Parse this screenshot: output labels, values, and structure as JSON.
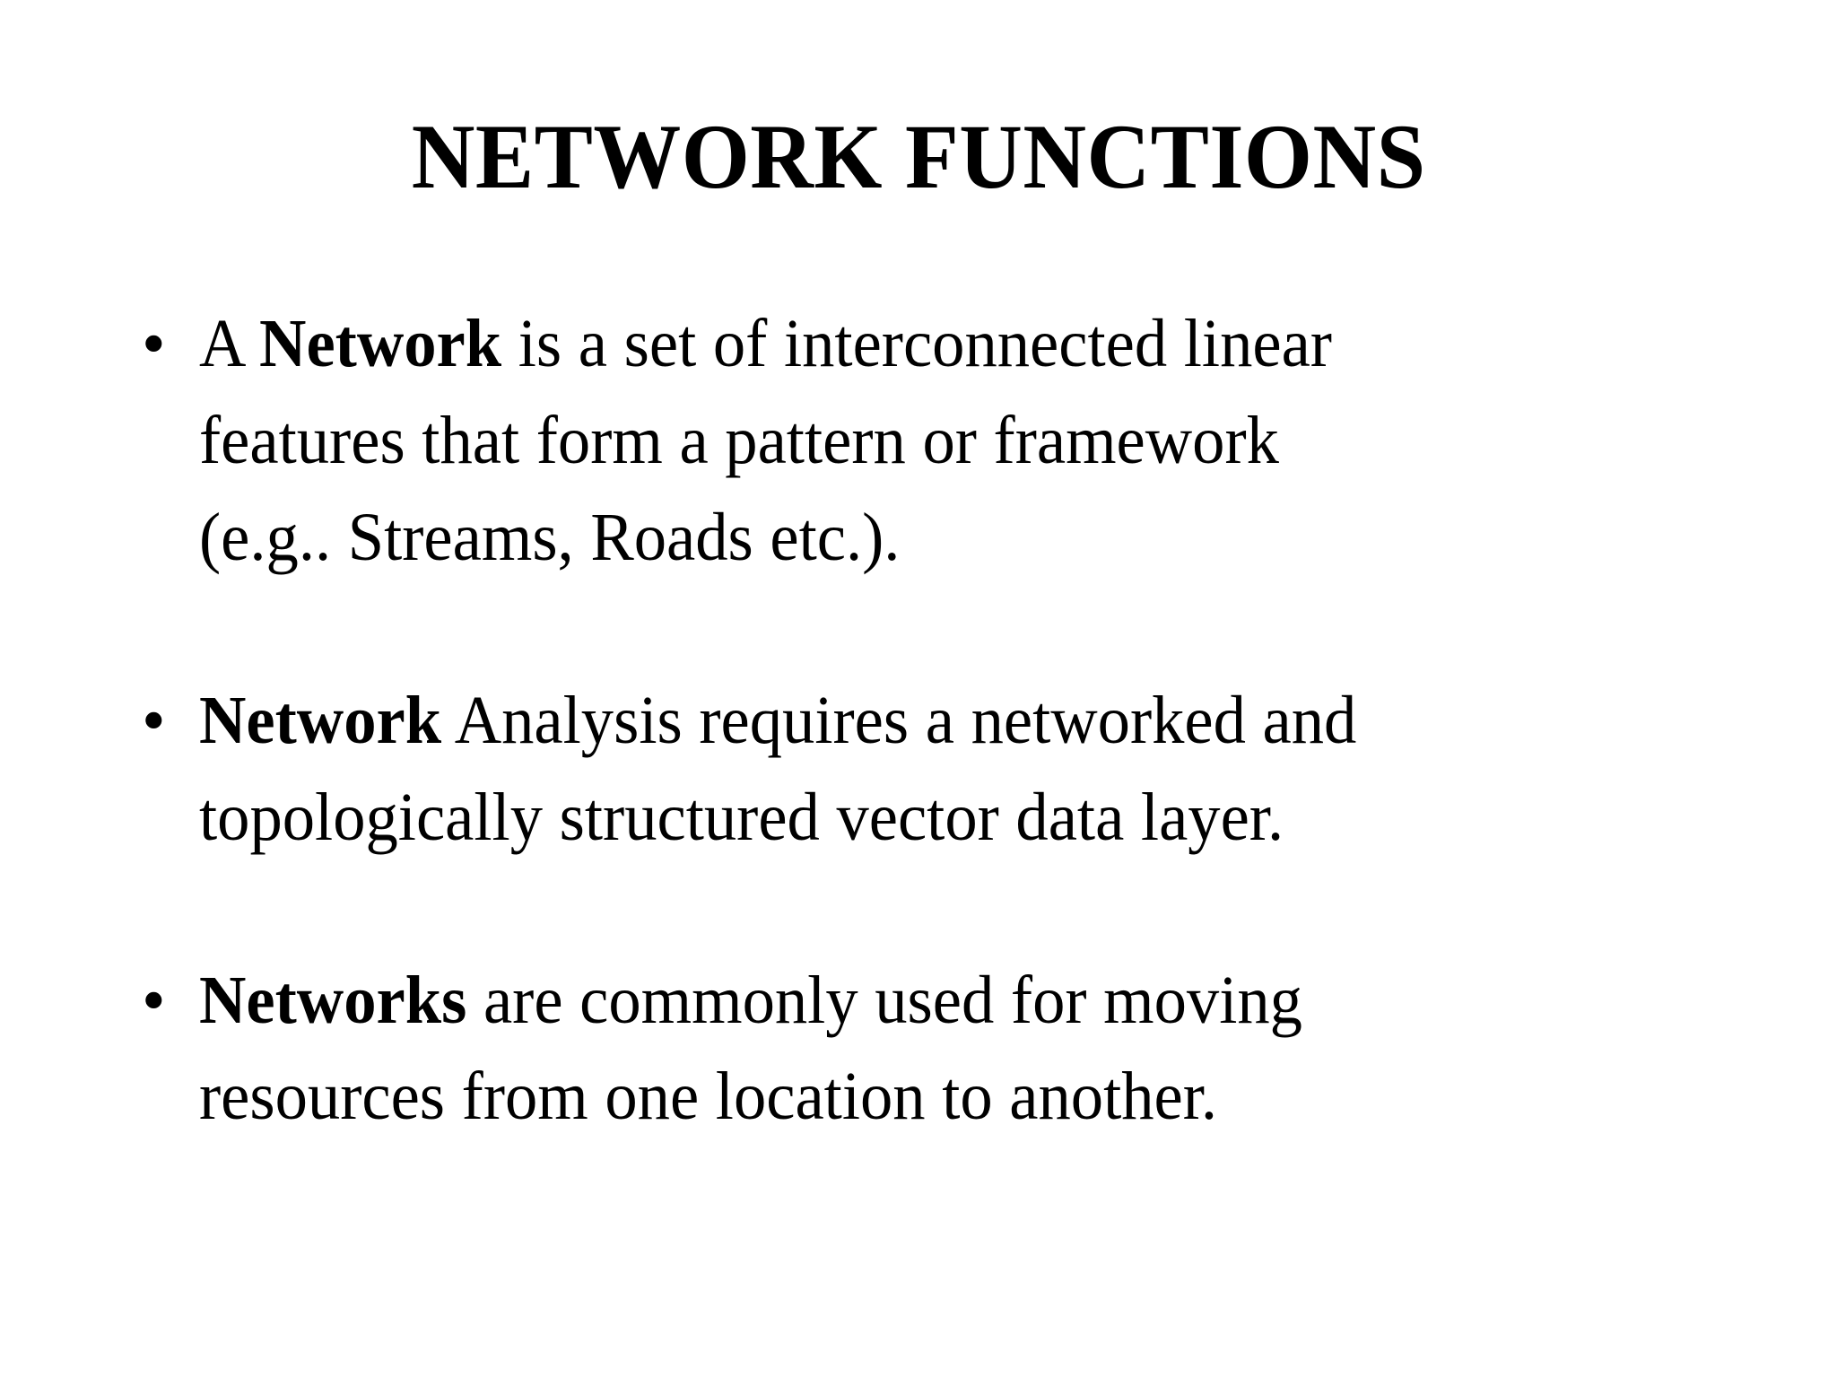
{
  "slide": {
    "title": "NETWORK FUNCTIONS",
    "background_color": "#ffffff",
    "text_color": "#000000",
    "bullet_glyph": "•",
    "bullets": [
      {
        "id": "bullet-network-definition",
        "lead_bold": "Network",
        "prefix": "A ",
        "rest": " is a set of interconnected linear features that form a pattern or framework (e.g.. Streams, Roads etc.).",
        "lines": [
          "A Network is a set of interconnected linear",
          "features that form a pattern or framework",
          "(e.g.. Streams, Roads etc.)."
        ],
        "line1_prefix": "A ",
        "line1_bold": "Network",
        "line1_rest": " is a set of interconnected linear",
        "line2": "features that form a pattern or framework",
        "line3": "(e.g.. Streams, Roads etc.)."
      },
      {
        "id": "bullet-network-analysis",
        "lead_bold": "Network",
        "prefix": "",
        "rest": " Analysis requires a networked and topologically structured vector data layer.",
        "lines": [
          "Network Analysis requires a networked and",
          "topologically structured vector data layer."
        ],
        "line1_prefix": "",
        "line1_bold": "Network",
        "line1_rest": " Analysis requires a networked and",
        "line2": "topologically structured vector data layer.",
        "line3": ""
      },
      {
        "id": "bullet-networks-usage",
        "lead_bold": "Networks",
        "prefix": "",
        "rest": " are commonly used for moving resources from one location to another.",
        "lines": [
          "Networks are commonly used for moving",
          "resources from one location to another."
        ],
        "line1_prefix": "",
        "line1_bold": "Networks",
        "line1_rest": " are commonly used for moving",
        "line2": "resources from one location to another.",
        "line3": ""
      }
    ]
  }
}
